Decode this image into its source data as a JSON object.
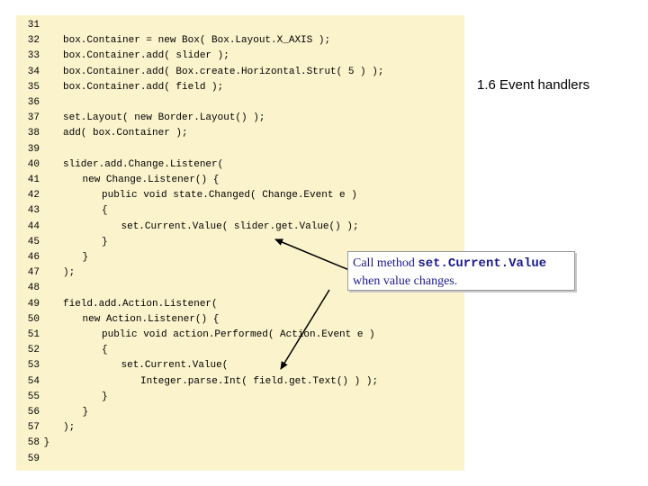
{
  "slide": {
    "title": "1.6 Event handlers"
  },
  "code_lines": [
    {
      "num": "31",
      "indent": 0,
      "code": ""
    },
    {
      "num": "32",
      "indent": 0,
      "code": "box.Container = new Box( Box.Layout.X_AXIS );"
    },
    {
      "num": "33",
      "indent": 0,
      "code": "box.Container.add( slider );"
    },
    {
      "num": "34",
      "indent": 0,
      "code": "box.Container.add( Box.create.Horizontal.Strut( 5 ) );"
    },
    {
      "num": "35",
      "indent": 0,
      "code": "box.Container.add( field );"
    },
    {
      "num": "36",
      "indent": 0,
      "code": ""
    },
    {
      "num": "37",
      "indent": 0,
      "code": "set.Layout( new Border.Layout() );"
    },
    {
      "num": "38",
      "indent": 0,
      "code": "add( box.Container );"
    },
    {
      "num": "39",
      "indent": 0,
      "code": ""
    },
    {
      "num": "40",
      "indent": 0,
      "code": "slider.add.Change.Listener("
    },
    {
      "num": "41",
      "indent": 1,
      "code": "new Change.Listener() {"
    },
    {
      "num": "42",
      "indent": 2,
      "code": "public void state.Changed( Change.Event e )"
    },
    {
      "num": "43",
      "indent": 2,
      "code": "{"
    },
    {
      "num": "44",
      "indent": 3,
      "code": "set.Current.Value( slider.get.Value() );"
    },
    {
      "num": "45",
      "indent": 2,
      "code": "}"
    },
    {
      "num": "46",
      "indent": 1,
      "code": "}"
    },
    {
      "num": "47",
      "indent": 0,
      "code": ");"
    },
    {
      "num": "48",
      "indent": 0,
      "code": ""
    },
    {
      "num": "49",
      "indent": 0,
      "code": "field.add.Action.Listener("
    },
    {
      "num": "50",
      "indent": 1,
      "code": "new Action.Listener() {"
    },
    {
      "num": "51",
      "indent": 2,
      "code": "public void action.Performed( Action.Event e )"
    },
    {
      "num": "52",
      "indent": 2,
      "code": "{"
    },
    {
      "num": "53",
      "indent": 3,
      "code": "set.Current.Value("
    },
    {
      "num": "54",
      "indent": 4,
      "code": "Integer.parse.Int( field.get.Text() ) );"
    },
    {
      "num": "55",
      "indent": 2,
      "code": "}"
    },
    {
      "num": "56",
      "indent": 1,
      "code": "}"
    },
    {
      "num": "57",
      "indent": 0,
      "code": ");"
    },
    {
      "num": "58",
      "indent": -1,
      "code": "}"
    },
    {
      "num": "59",
      "indent": 0,
      "code": ""
    }
  ],
  "callout": {
    "prefix": "Call method ",
    "method": "set.Current.Value",
    "suffix": "when value changes."
  },
  "colors": {
    "code_background": "#fbf3cc",
    "callout_text": "#1a1a8c",
    "arrow": "#000000"
  }
}
